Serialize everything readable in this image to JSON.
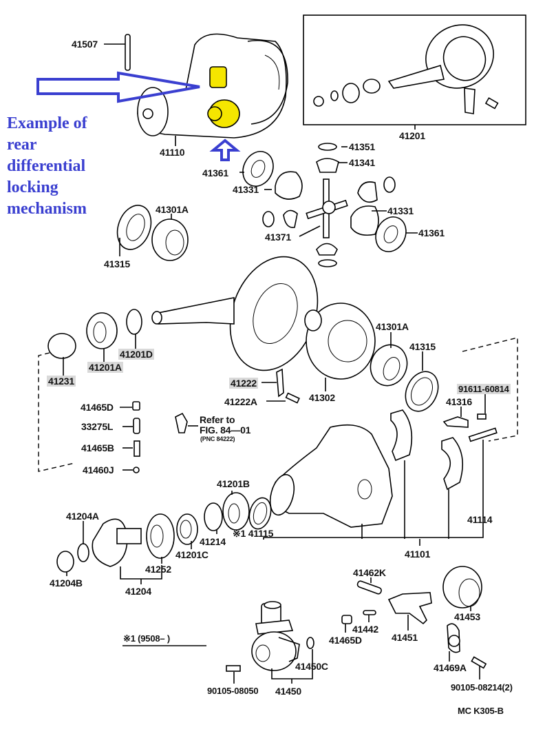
{
  "annotation": {
    "lines": [
      "Example of",
      "rear",
      "differential",
      "locking",
      "mechanism"
    ],
    "color": "#3a3fd0",
    "highlight_color": "#f5e600"
  },
  "labels": {
    "p41507": "41507",
    "p41110": "41110",
    "p41201": "41201",
    "p41351": "41351",
    "p41341": "41341",
    "p41361_a": "41361",
    "p41331_a": "41331",
    "p41331_b": "41331",
    "p41361_b": "41361",
    "p41371": "41371",
    "p41301A_a": "41301A",
    "p41315_a": "41315",
    "p41231": "41231",
    "p41201A": "41201A",
    "p41201D": "41201D",
    "p41301A_b": "41301A",
    "p41315_b": "41315",
    "p41222": "41222",
    "p41222A": "41222A",
    "p41302": "41302",
    "p91611": "91611-60814",
    "p41316": "41316",
    "p41465D_a": "41465D",
    "p33275L": "33275L",
    "p41465B": "41465B",
    "p41460J": "41460J",
    "refer_1": "Refer to",
    "refer_2": "FIG. 84—01",
    "refer_3": "(PNC 84222)",
    "p41201B": "41201B",
    "p41204A": "41204A",
    "p41114": "41114",
    "p41214": "41214",
    "p41115": "※1 41115",
    "p41201C": "41201C",
    "p41252": "41252",
    "p41204B": "41204B",
    "p41204": "41204",
    "p41101": "41101",
    "p41462K": "41462K",
    "p41442": "41442",
    "p41453": "41453",
    "p41465D_b": "41465D",
    "p41451": "41451",
    "note1": "※1 (9508–        )",
    "p41450C": "41450C",
    "p41469A": "41469A",
    "p90105_08050": "90105-08050",
    "p41450": "41450",
    "p90105_08214": "90105-08214(2)",
    "figure_code": "MC  K305-B"
  }
}
